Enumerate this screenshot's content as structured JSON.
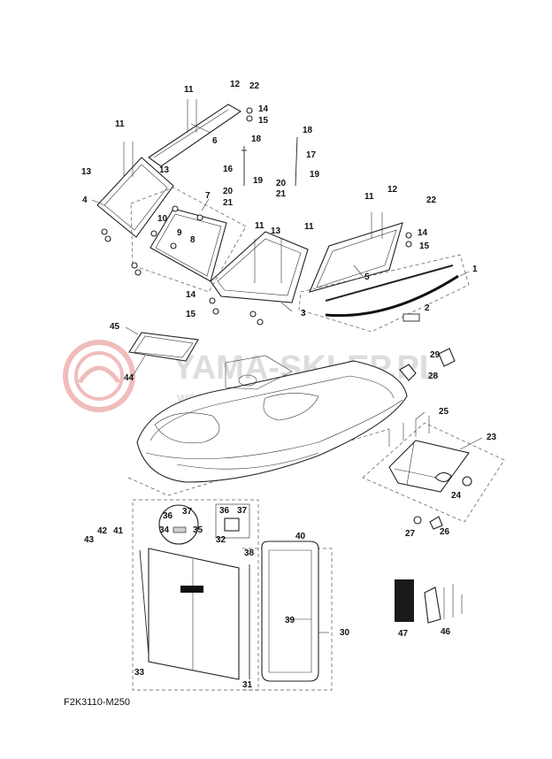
{
  "diagram_code": "F2K3110-M250",
  "watermark": {
    "brand": "YAMA-SKLEP.PL",
    "tagline": "WSZYSTKO Z LOGO YAMAHA"
  },
  "callouts": {
    "c1": "1",
    "c2": "2",
    "c3": "3",
    "c4": "4",
    "c5": "5",
    "c6": "6",
    "c7": "7",
    "c8": "8",
    "c9": "9",
    "c10": "10",
    "c11a": "11",
    "c11b": "11",
    "c11c": "11",
    "c11d": "11",
    "c11e": "11",
    "c12a": "12",
    "c12b": "12",
    "c13a": "13",
    "c13b": "13",
    "c13c": "13",
    "c14a": "14",
    "c14b": "14",
    "c14c": "14",
    "c15a": "15",
    "c15b": "15",
    "c15c": "15",
    "c16": "16",
    "c17": "17",
    "c18a": "18",
    "c18b": "18",
    "c19a": "19",
    "c19b": "19",
    "c20a": "20",
    "c20b": "20",
    "c21a": "21",
    "c21b": "21",
    "c22a": "22",
    "c22b": "22",
    "c23": "23",
    "c24": "24",
    "c25": "25",
    "c26": "26",
    "c27": "27",
    "c28": "28",
    "c29": "29",
    "c30": "30",
    "c31": "31",
    "c32": "32",
    "c33": "33",
    "c34": "34",
    "c35": "35",
    "c36a": "36",
    "c36b": "36",
    "c37a": "37",
    "c37b": "37",
    "c38": "38",
    "c39": "39",
    "c40": "40",
    "c41": "41",
    "c42": "42",
    "c43": "43",
    "c44": "44",
    "c45": "45",
    "c46": "46",
    "c47": "47"
  },
  "colors": {
    "watermark_red": "#e9a0a0",
    "ink": "#222222"
  }
}
